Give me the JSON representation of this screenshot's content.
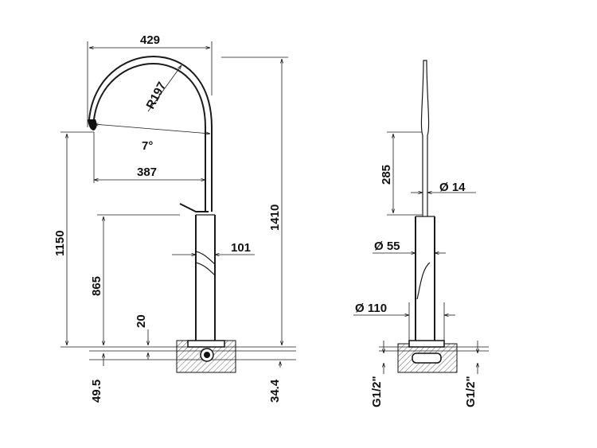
{
  "drawing": {
    "side_view": {
      "width_429": "429",
      "radius": "R197",
      "angle": "7°",
      "reach_387": "387",
      "height_1150": "1150",
      "height_865": "865",
      "diameter_101": "101",
      "height_1410": "1410",
      "depth_20": "20",
      "depth_49_5": "49.5",
      "depth_34_4": "34.4"
    },
    "front_view": {
      "height_285": "285",
      "diameter_14": "Ø 14",
      "diameter_55": "Ø 55",
      "diameter_110": "Ø 110",
      "connection_left": "G1/2\"",
      "connection_right": "G1/2\""
    }
  }
}
